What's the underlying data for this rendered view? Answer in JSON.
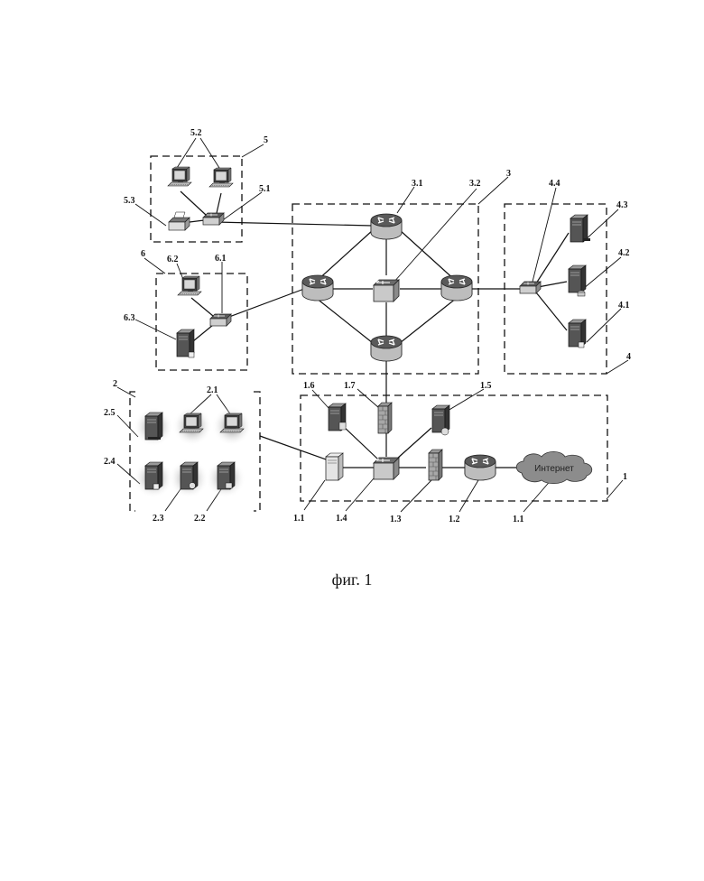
{
  "figure": {
    "caption": "фиг. 1",
    "cloud_text": "Интернет"
  },
  "labels": {
    "g1": "1",
    "g2": "2",
    "g3": "3",
    "g4": "4",
    "g5": "5",
    "g6": "6",
    "l5_2": "5.2",
    "l5_1": "5.1",
    "l5_3": "5.3",
    "l6": "6",
    "l6_2": "6.2",
    "l6_1": "6.1",
    "l6_3": "6.3",
    "l3_1": "3.1",
    "l3_2": "3.2",
    "l4_4": "4.4",
    "l4_3": "4.3",
    "l4_2": "4.2",
    "l4_1": "4.1",
    "l2_1": "2.1",
    "l2_5": "2.5",
    "l2_4": "2.4",
    "l2_3": "2.3",
    "l2_2": "2.2",
    "l1_6": "1.6",
    "l1_7": "1.7",
    "l1_5": "1.5",
    "l1_1a": "1.1",
    "l1_4": "1.4",
    "l1_3": "1.3",
    "l1_2": "1.2",
    "l1_1b": "1.1"
  },
  "colors": {
    "line": "#111111",
    "device_light": "#e6e6e6",
    "device_mid": "#9a9a9a",
    "device_dark": "#3c3c3c",
    "cloud": "#8c8c8c"
  }
}
